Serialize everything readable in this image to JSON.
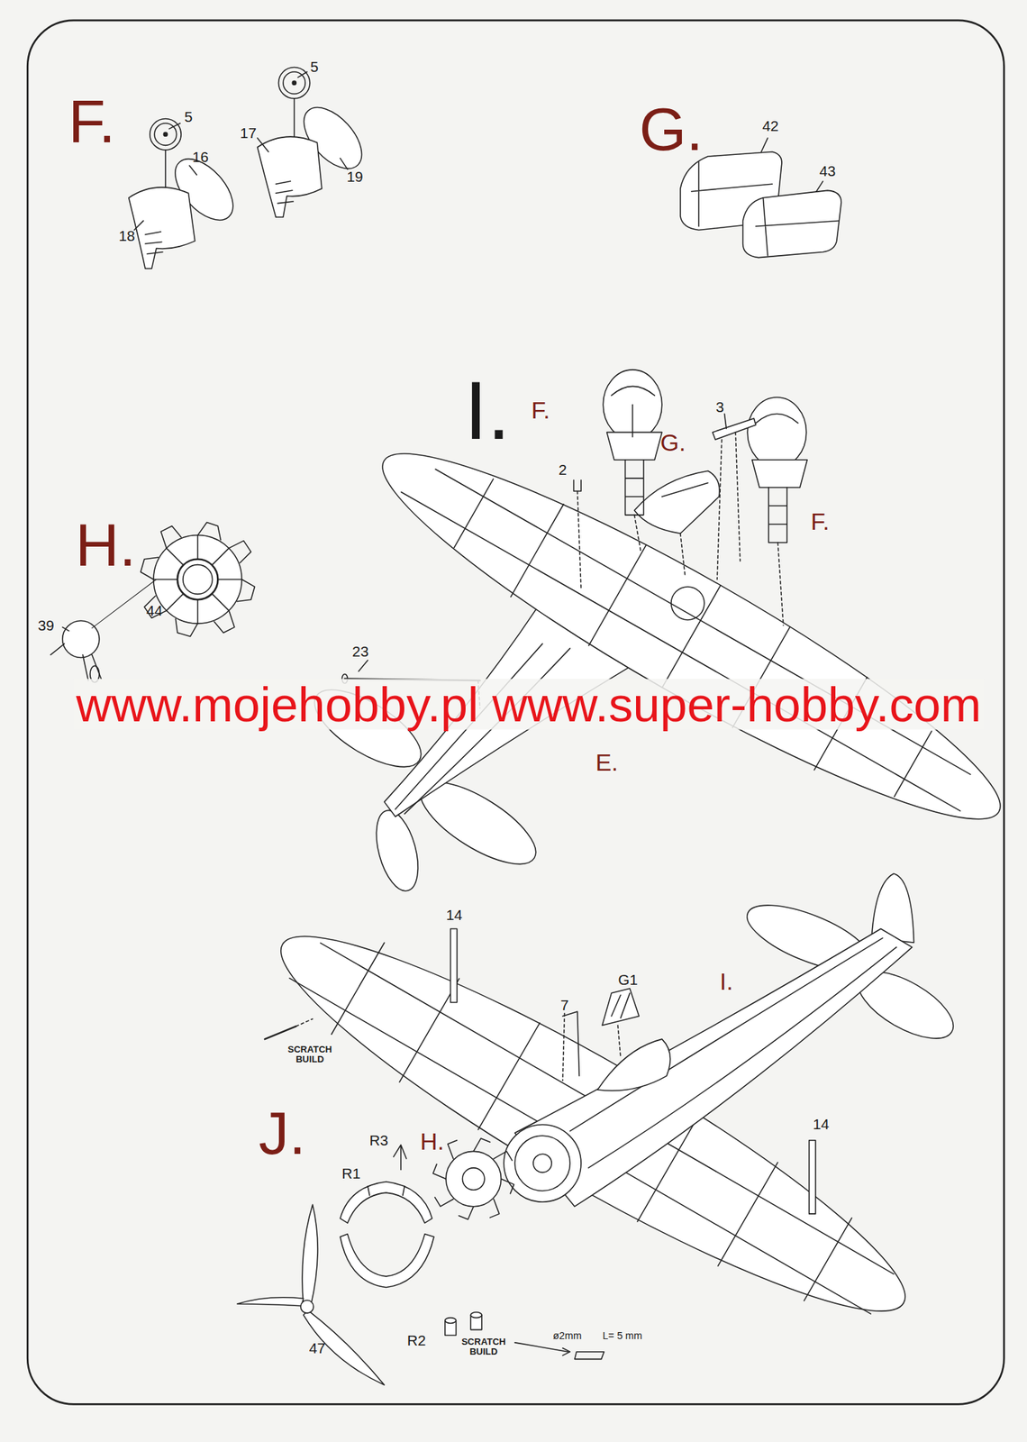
{
  "diagram": {
    "labels": [
      "F.",
      "5",
      "16",
      "18",
      "5",
      "17",
      "19",
      "G.",
      "42",
      "43",
      "I.",
      "F.",
      "2",
      "G.",
      "3",
      "F.",
      "H.",
      "39",
      "44",
      "23",
      "E.",
      "www.mojehobby.pl www.super-hobby.com",
      "14",
      "G1",
      "I.",
      "7",
      "SCRATCH BUILD",
      "J.",
      "R3",
      "H.",
      "14",
      "R1",
      "ø2mm",
      "L= 5 mm",
      "SCRATCH BUILD",
      "47",
      "R2"
    ]
  }
}
